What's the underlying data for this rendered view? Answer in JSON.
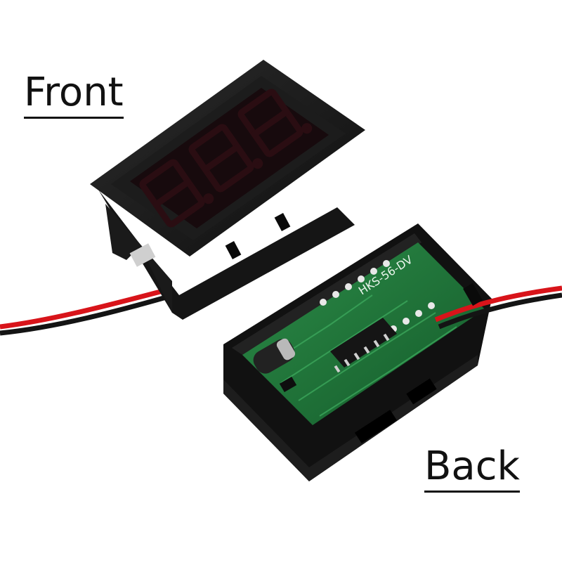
{
  "labels": {
    "front": "Front",
    "back": "Back"
  },
  "display": {
    "digits": "8.8.8.",
    "segment_color_off": "#2a0d12"
  },
  "pcb": {
    "model_marking": "HKS-56-DV",
    "board_color": "#1f7a3a"
  },
  "wires": {
    "red": "#d8141a",
    "black": "#141414"
  }
}
